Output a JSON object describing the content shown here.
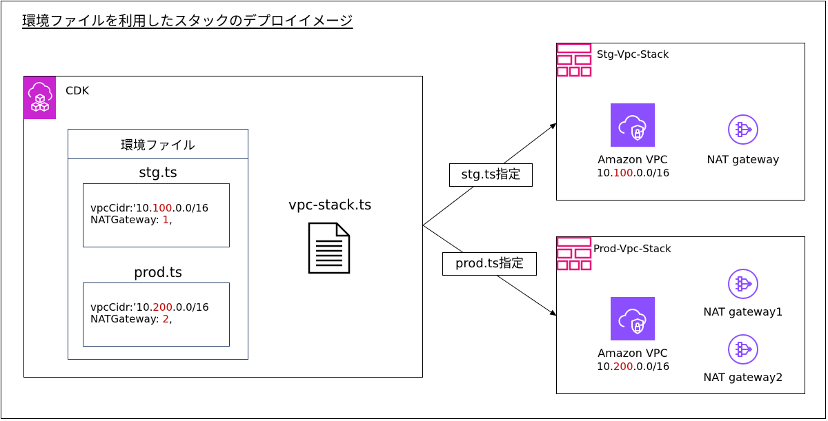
{
  "title": "環境ファイルを利用したスタックのデプロイイメージ",
  "cdk": {
    "label": "CDK",
    "icon": "cdk-cubes-cloud-icon"
  },
  "env_file": {
    "title": "環境ファイル",
    "stg": {
      "name": "stg.ts",
      "cidr_prefix": "vpcCidr:'10.",
      "cidr_hi": "100",
      "cidr_suffix": ".0.0/16",
      "nat_prefix": "NATGateway: ",
      "nat_hi": "1",
      "nat_suffix": ","
    },
    "prod": {
      "name": "prod.ts",
      "cidr_prefix": "vpcCidr:’10.",
      "cidr_hi": "200",
      "cidr_suffix": ".0.0/16",
      "nat_prefix": "NATGateway: ",
      "nat_hi": "2",
      "nat_suffix": ","
    }
  },
  "vpc_stack_file": {
    "label": "vpc-stack.ts",
    "icon": "document-icon"
  },
  "callouts": {
    "stg": "stg.ts指定",
    "prod": "prod.ts指定"
  },
  "stg_stack": {
    "label": "Stg-Vpc-Stack",
    "vpc": {
      "label": "Amazon VPC",
      "cidr_prefix": "10.",
      "cidr_hi": "100",
      "cidr_suffix": ".0.0/16"
    },
    "nat": [
      "NAT gateway"
    ]
  },
  "prod_stack": {
    "label": "Prod-Vpc-Stack",
    "vpc": {
      "label": "Amazon VPC",
      "cidr_prefix": "10.",
      "cidr_hi": "200",
      "cidr_suffix": ".0.0/16"
    },
    "nat": [
      "NAT gateway1",
      "NAT gateway2"
    ]
  },
  "colors": {
    "cdk": "#c925d1",
    "vpc": "#8c4fff",
    "stack": "#e7157b",
    "highlight": "#c00000",
    "env_border": "#1f3864"
  }
}
